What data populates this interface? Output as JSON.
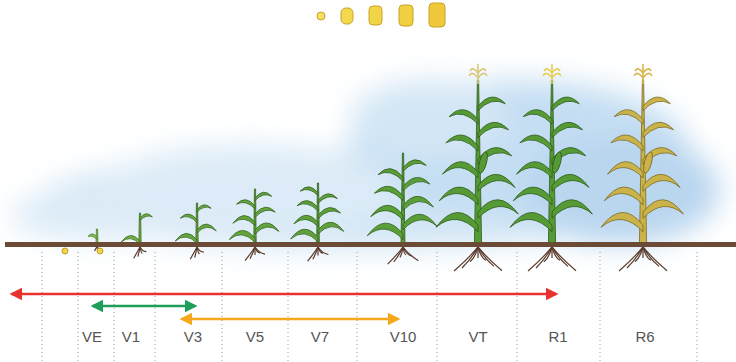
{
  "diagram": {
    "labels": [
      "VE",
      "V1",
      "V3",
      "V5",
      "V7",
      "V10",
      "VT",
      "R1",
      "R6"
    ]
  }
}
